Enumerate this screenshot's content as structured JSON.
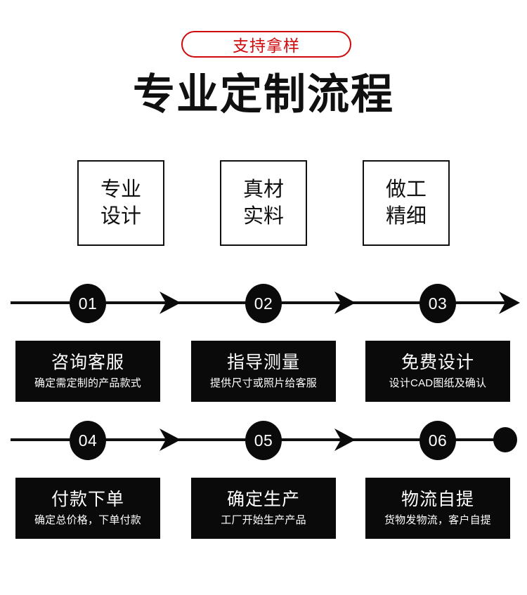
{
  "header": {
    "badge_label": "支持拿样",
    "title": "专业定制流程",
    "accent_color": "#d00a0a",
    "text_color": "#101010"
  },
  "features": [
    {
      "line1": "专业",
      "line2": "设计"
    },
    {
      "line1": "真材",
      "line2": "实料"
    },
    {
      "line1": "做工",
      "line2": "精细"
    }
  ],
  "flow": {
    "rows": [
      {
        "nodes": [
          "01",
          "02",
          "03"
        ],
        "end_marker": "arrow-head-icon",
        "cards": [
          {
            "title": "咨询客服",
            "subtitle": "确定需定制的产品款式"
          },
          {
            "title": "指导测量",
            "subtitle": "提供尺寸或照片给客服"
          },
          {
            "title": "免费设计",
            "subtitle": "设计CAD图纸及确认"
          }
        ]
      },
      {
        "nodes": [
          "04",
          "05",
          "06"
        ],
        "end_marker": "end-dot-icon",
        "cards": [
          {
            "title": "付款下单",
            "subtitle": "确定总价格，下单付款"
          },
          {
            "title": "确定生产",
            "subtitle": "工厂开始生产产品"
          },
          {
            "title": "物流自提",
            "subtitle": "货物发物流，客户自提"
          }
        ]
      }
    ],
    "card_bg_color": "#0a0a0a",
    "card_text_color": "#ffffff"
  }
}
